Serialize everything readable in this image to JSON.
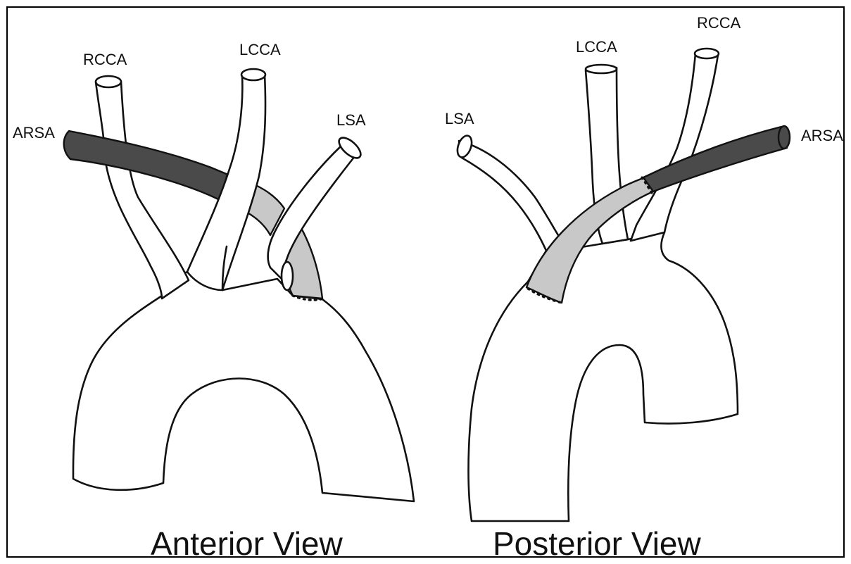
{
  "anterior": {
    "caption": "Anterior View",
    "labels": {
      "rcca": "RCCA",
      "lcca": "LCCA",
      "lsa": "LSA",
      "arsa": "ARSA"
    }
  },
  "posterior": {
    "caption": "Posterior View",
    "labels": {
      "rcca": "RCCA",
      "lcca": "LCCA",
      "lsa": "LSA",
      "arsa": "ARSA"
    }
  },
  "colors": {
    "arsa_vessel": "#4a4a4a",
    "graft_segment": "#c8c8c8"
  }
}
